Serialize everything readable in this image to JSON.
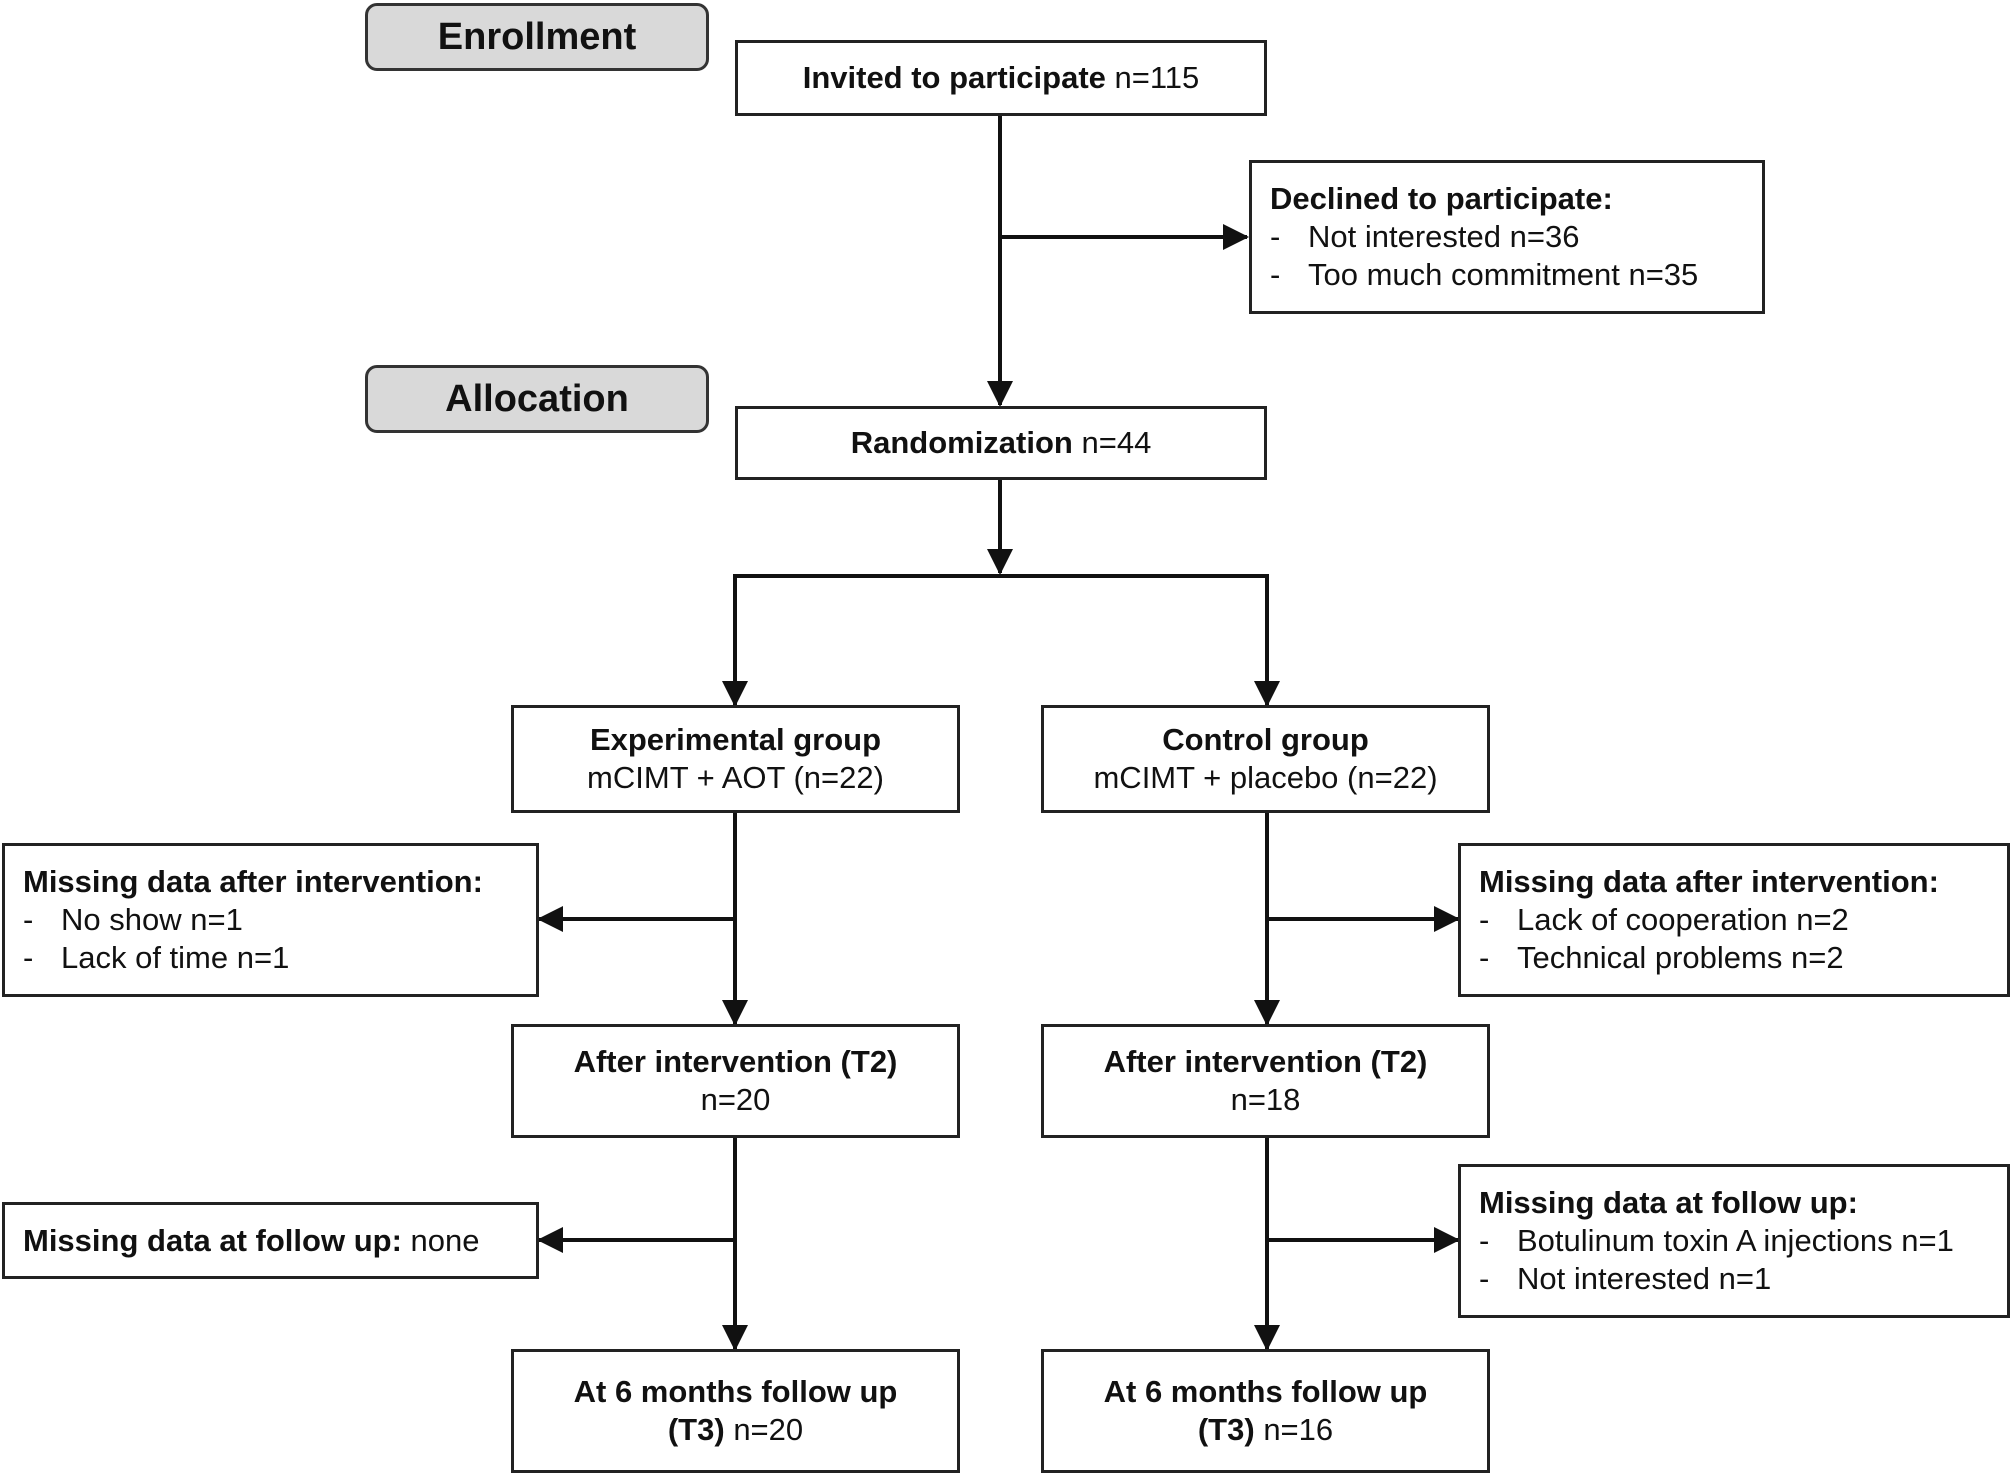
{
  "stages": {
    "enrollment": "Enrollment",
    "allocation": "Allocation"
  },
  "invited": {
    "label": "Invited to participate",
    "n": "n=115"
  },
  "declined": {
    "title": "Declined to participate:",
    "items": [
      {
        "label": "Not interested",
        "n": "n=36"
      },
      {
        "label": "Too much commitment",
        "n": "n=35"
      }
    ]
  },
  "randomization": {
    "label": "Randomization",
    "n": "n=44"
  },
  "experimental": {
    "group": {
      "title": "Experimental group",
      "detail": "mCIMT + AOT (n=22)"
    },
    "missing_after": {
      "title": "Missing data after intervention:",
      "items": [
        {
          "label": "No show",
          "n": "n=1"
        },
        {
          "label": "Lack of time",
          "n": "n=1"
        }
      ]
    },
    "t2": {
      "title": "After intervention (T2)",
      "n": "n=20"
    },
    "missing_follow": {
      "title": "Missing data at follow up:",
      "value": "none"
    },
    "t3": {
      "title": "At 6 months follow up",
      "sub_bold": "(T3)",
      "n": "n=20"
    }
  },
  "control": {
    "group": {
      "title": "Control group",
      "detail": "mCIMT + placebo (n=22)"
    },
    "missing_after": {
      "title": "Missing data after intervention:",
      "items": [
        {
          "label": "Lack of cooperation",
          "n": "n=2"
        },
        {
          "label": "Technical problems",
          "n": "n=2"
        }
      ]
    },
    "t2": {
      "title": "After intervention (T2)",
      "n": "n=18"
    },
    "missing_follow": {
      "title": "Missing data at follow up:",
      "items": [
        {
          "label": "Botulinum toxin A injections",
          "n": "n=1"
        },
        {
          "label": "Not interested",
          "n": "n=1"
        }
      ]
    },
    "t3": {
      "title": "At 6 months follow up",
      "sub_bold": "(T3)",
      "n": "n=16"
    }
  },
  "bullet": "-"
}
